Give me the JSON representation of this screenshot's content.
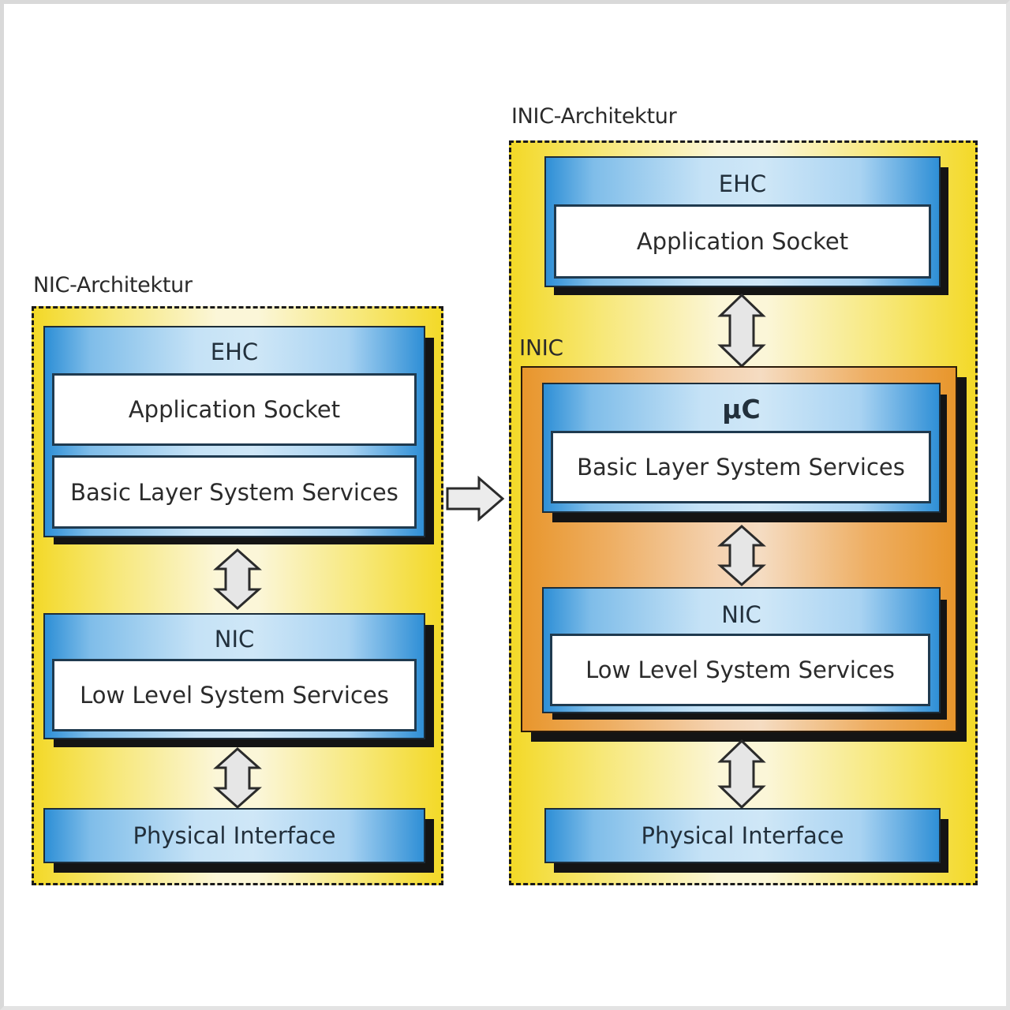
{
  "left": {
    "title": "NIC-Architektur",
    "ehc": {
      "label": "EHC",
      "application_socket": "Application Socket",
      "basic_layer": "Basic Layer System Services"
    },
    "nic": {
      "label": "NIC",
      "low_level": "Low Level System Services"
    },
    "physical": "Physical Interface"
  },
  "right": {
    "title": "INIC-Architektur",
    "ehc": {
      "label": "EHC",
      "application_socket": "Application Socket"
    },
    "inic": {
      "label": "INIC",
      "uc": {
        "label": "µC",
        "basic_layer": "Basic Layer System Services"
      },
      "nic": {
        "label": "NIC",
        "low_level": "Low Level System Services"
      }
    },
    "physical": "Physical Interface"
  },
  "icons": {
    "transition": "right-arrow-icon",
    "link": "double-headed-vertical-arrow-icon"
  },
  "colors": {
    "container_yellow": "#f3d928",
    "layer_blue": "#2e8fd6",
    "inic_orange": "#e8962c",
    "arrow_fill": "#e6e6e6",
    "outline": "#1a1a1a"
  }
}
